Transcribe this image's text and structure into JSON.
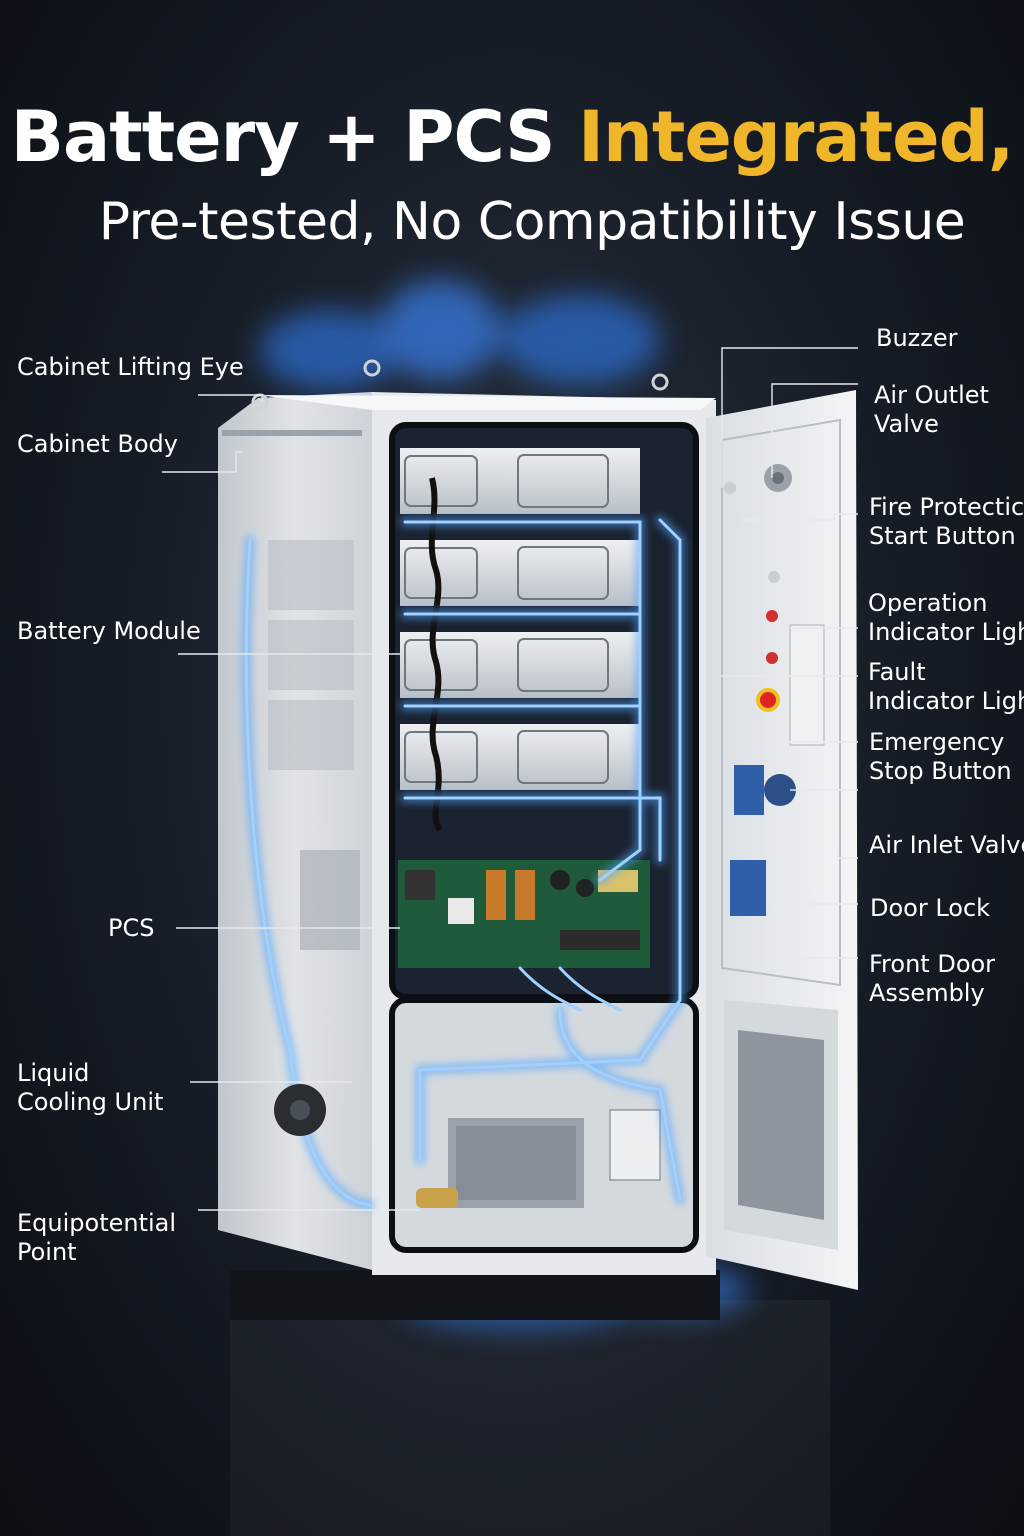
{
  "title": {
    "part1": "Battery + PCS",
    "part2": "Integrated,",
    "subtitle": "Pre-tested, No Compatibility Issue"
  },
  "colors": {
    "accent": "#f0b62a",
    "coolant": "#4da3ff",
    "cabinet": "#e9ecef",
    "background": "#161c25"
  },
  "labels_left": [
    {
      "text": "Cabinet Lifting Eye"
    },
    {
      "text": "Cabinet Body"
    },
    {
      "text": "Battery Module"
    },
    {
      "text": "PCS"
    },
    {
      "line1": "Liquid",
      "line2": "Cooling Unit"
    },
    {
      "line1": "Equipotential",
      "line2": "Point"
    }
  ],
  "labels_right": [
    {
      "text": "Buzzer"
    },
    {
      "line1": "Air Outlet",
      "line2": "Valve"
    },
    {
      "line1": "Fire Protectic",
      "line2": "Start Button"
    },
    {
      "line1": "Operation",
      "line2": "Indicator Ligh"
    },
    {
      "line1": "Fault",
      "line2": "Indicator Ligh"
    },
    {
      "line1": "Emergency",
      "line2": "Stop Button"
    },
    {
      "text": "Air Inlet Valve"
    },
    {
      "text": "Door Lock"
    },
    {
      "line1": "Front Door",
      "line2": "Assembly"
    }
  ]
}
